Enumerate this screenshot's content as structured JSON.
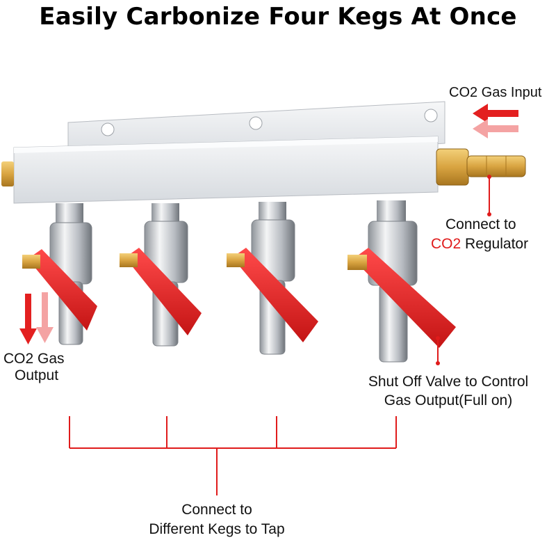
{
  "title": "Easily Carbonize Four Kegs At Once",
  "labels": {
    "gas_input": "CO2 Gas Input",
    "connect_to": "Connect to",
    "co2": "CO2",
    "regulator": "Regulator",
    "gas_output_1": "CO2 Gas",
    "gas_output_2": "Output",
    "shutoff_1": "Shut Off Valve to Control",
    "shutoff_2": "Gas Output(Full on)",
    "kegs_1": "Connect to",
    "kegs_2": "Different Kegs to Tap"
  },
  "colors": {
    "accent_red": "#e01b1b",
    "aluminum": "#e9ecef",
    "brass": "#d9a441",
    "valve_handle": "#e02020",
    "chrome": "#c9ccd0"
  }
}
